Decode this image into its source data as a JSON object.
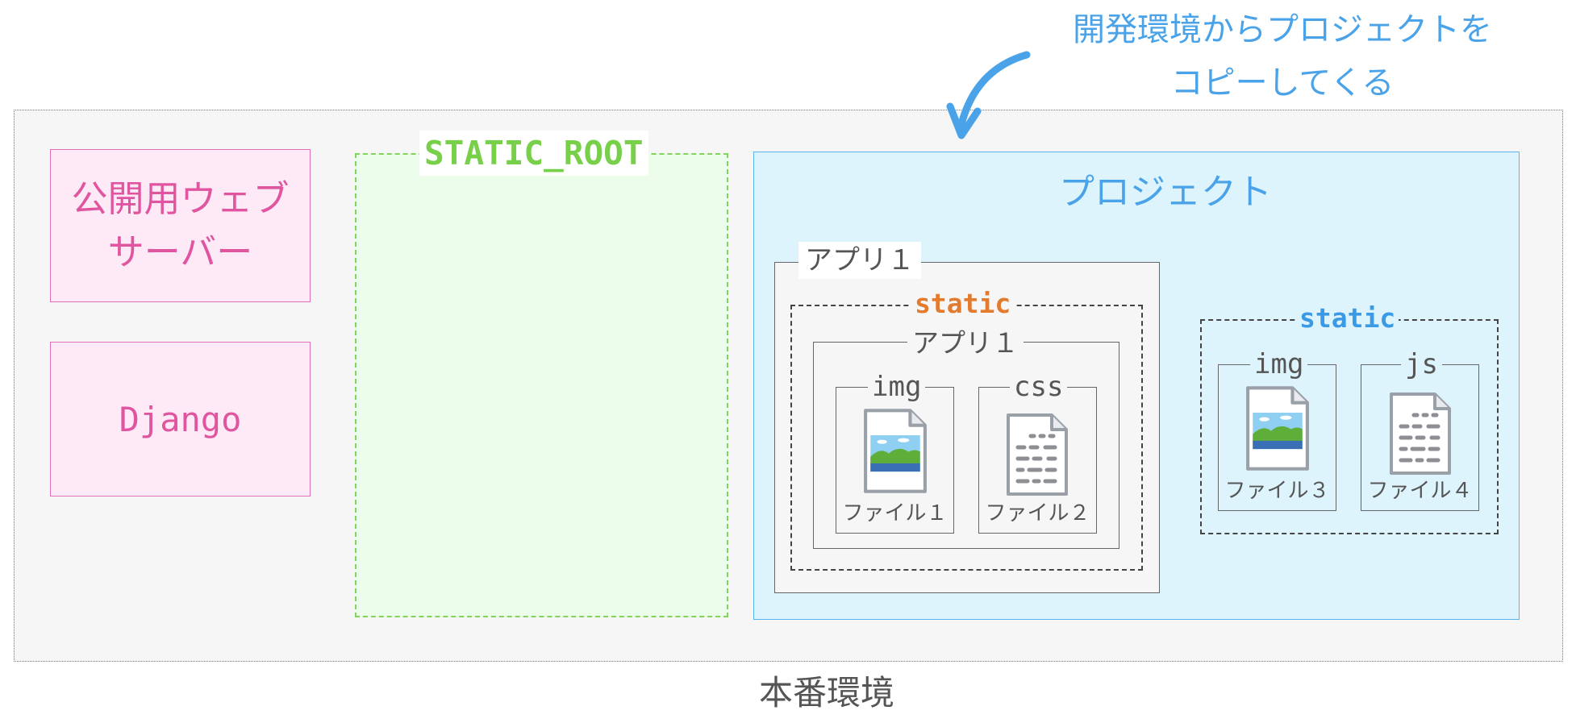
{
  "environment": {
    "label": "本番環境"
  },
  "note": {
    "line1": "開発環境からプロジェクトを",
    "line2": "コピーしてくる"
  },
  "web_server": {
    "line1": "公開用ウェブ",
    "line2": "サーバー"
  },
  "django": {
    "label": "Django"
  },
  "static_root": {
    "label": "STATIC_ROOT"
  },
  "project": {
    "label": "プロジェクト",
    "app": {
      "label": "アプリ１",
      "static": {
        "label": "static",
        "inner_app": {
          "label": "アプリ１",
          "folders": [
            {
              "label": "img",
              "file_label": "ファイル１",
              "icon": "image-file-icon"
            },
            {
              "label": "css",
              "file_label": "ファイル２",
              "icon": "text-file-icon"
            }
          ]
        }
      }
    },
    "static": {
      "label": "static",
      "folders": [
        {
          "label": "img",
          "file_label": "ファイル３",
          "icon": "image-file-icon"
        },
        {
          "label": "js",
          "file_label": "ファイル４",
          "icon": "text-file-icon"
        }
      ]
    }
  },
  "colors": {
    "accent_blue": "#4aa3e8",
    "pink": "#e0559f",
    "green": "#78d04a",
    "orange": "#e37b2e"
  }
}
